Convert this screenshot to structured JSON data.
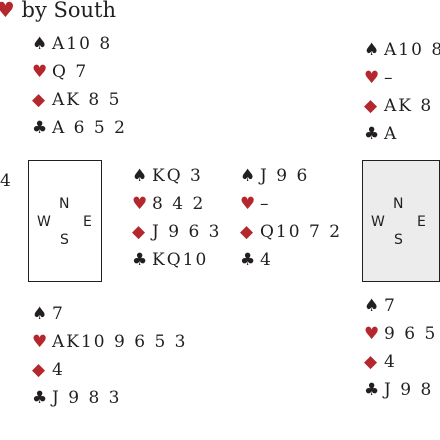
{
  "title": "♥ by South",
  "side_number": "4",
  "suits": {
    "spade": "♠",
    "heart": "♥",
    "diamond": "◆",
    "club": "♣"
  },
  "colors": {
    "black_suit": "#231f20",
    "red_suit": "#b3272d"
  },
  "left_diagram": {
    "north": {
      "spades": "A10 8",
      "hearts": "Q 7",
      "diamonds": "AK 8 5",
      "clubs": "A 6 5 2"
    },
    "east": {
      "spades": "KQ 3",
      "hearts": "8 4 2",
      "diamonds": "J 9 6 3",
      "clubs": "KQ10"
    },
    "south": {
      "spades": "7",
      "hearts": "AK10 9 6 5 3",
      "diamonds": "4",
      "clubs": "J 9 8 3"
    },
    "compass": {
      "n": "N",
      "w": "W",
      "e": "E",
      "s": "S"
    }
  },
  "middle_hand": {
    "spades": "J 9 6",
    "hearts": "–",
    "diamonds": "Q10 7 2",
    "clubs": "4"
  },
  "right_diagram": {
    "north": {
      "spades": "A10 8",
      "hearts": "–",
      "diamonds": "AK 8",
      "clubs": "A"
    },
    "south": {
      "spades": "7",
      "hearts": "9 6 5",
      "diamonds": "4",
      "clubs": "J 9 8"
    },
    "compass": {
      "n": "N",
      "w": "W",
      "e": "E",
      "s": "S"
    }
  }
}
